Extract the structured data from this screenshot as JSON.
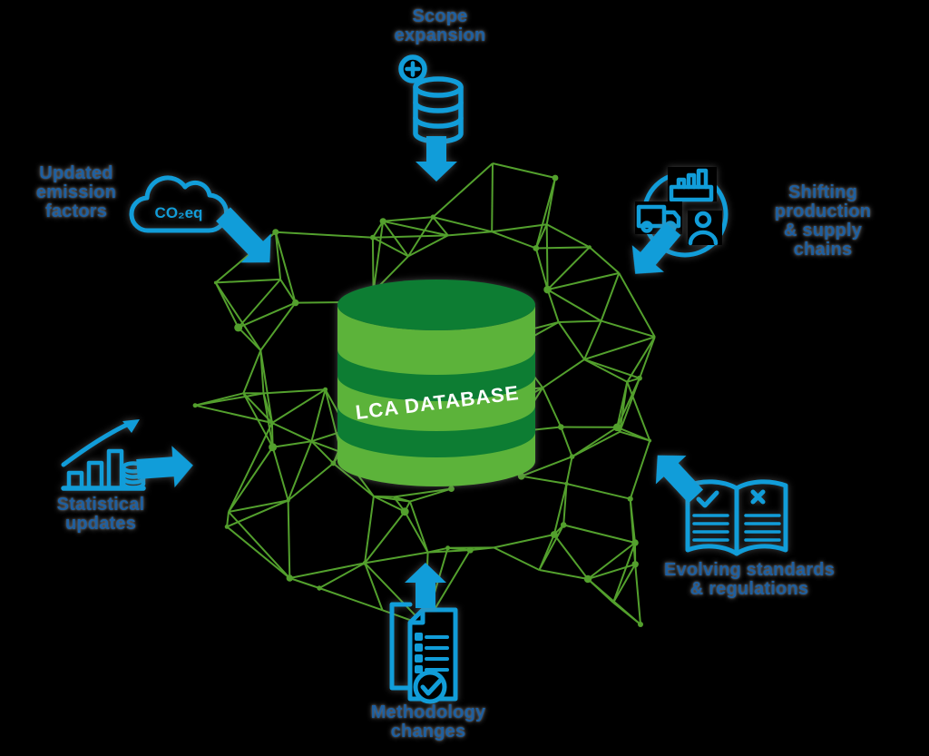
{
  "diagram": {
    "title": "LCA database influences diagram",
    "center": {
      "label": "LCA DATABASE"
    },
    "colors": {
      "background": "#000000",
      "mesh_green": "#58a930",
      "db_light_green": "#5cb33a",
      "db_dark_green": "#0d7d33",
      "icon_blue": "#119dd9",
      "label_blue": "#1e5fa0",
      "center_text": "#ffffff"
    },
    "callouts": [
      {
        "id": "scope-expansion",
        "label": "Scope\nexpansion",
        "icon": "database-plus-icon"
      },
      {
        "id": "updated-emission-factors",
        "label": "Updated\nemission\nfactors",
        "icon": "co2-cloud-icon",
        "icon_text": "CO₂eq"
      },
      {
        "id": "shifting-production-supply-chains",
        "label": "Shifting production\n& supply chains",
        "icon": "supply-chain-cycle-icon"
      },
      {
        "id": "statistical-updates",
        "label": "Statistical\nupdates",
        "icon": "bar-chart-growth-icon"
      },
      {
        "id": "evolving-standards-regulations",
        "label": "Evolving standards\n& regulations",
        "icon": "standards-book-icon"
      },
      {
        "id": "methodology-changes",
        "label": "Methodology\nchanges",
        "icon": "document-checklist-icon"
      }
    ]
  }
}
